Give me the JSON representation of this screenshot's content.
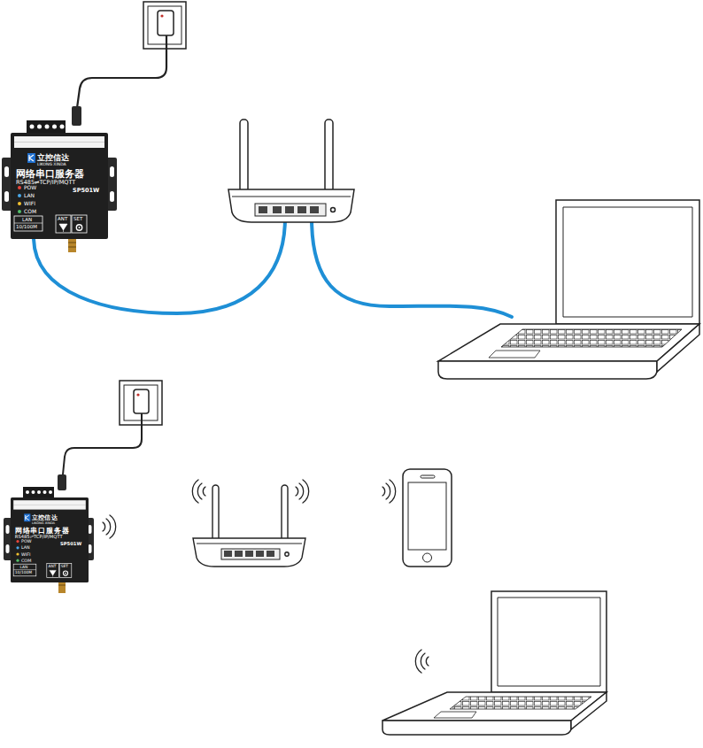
{
  "diagram": {
    "nodes": [
      {
        "text": [
          "立控信达",
          "LIKONG XINDA",
          "网络串口服务器",
          "RS485⇌TCP/IP/MQTT",
          "SP501W",
          "POW",
          "LAN",
          "WIFI",
          "COM",
          "LAN",
          "10/100M",
          "ANT",
          "SET"
        ]
      },
      {
        "text": [
          "立控信达",
          "LIKONG XINDA",
          "网络串口服务器",
          "RS485⇌TCP/IP/MQTT",
          "SP501W",
          "POW",
          "LAN",
          "WIFI",
          "COM",
          "LAN",
          "10/100M",
          "ANT",
          "SET"
        ]
      }
    ]
  }
}
